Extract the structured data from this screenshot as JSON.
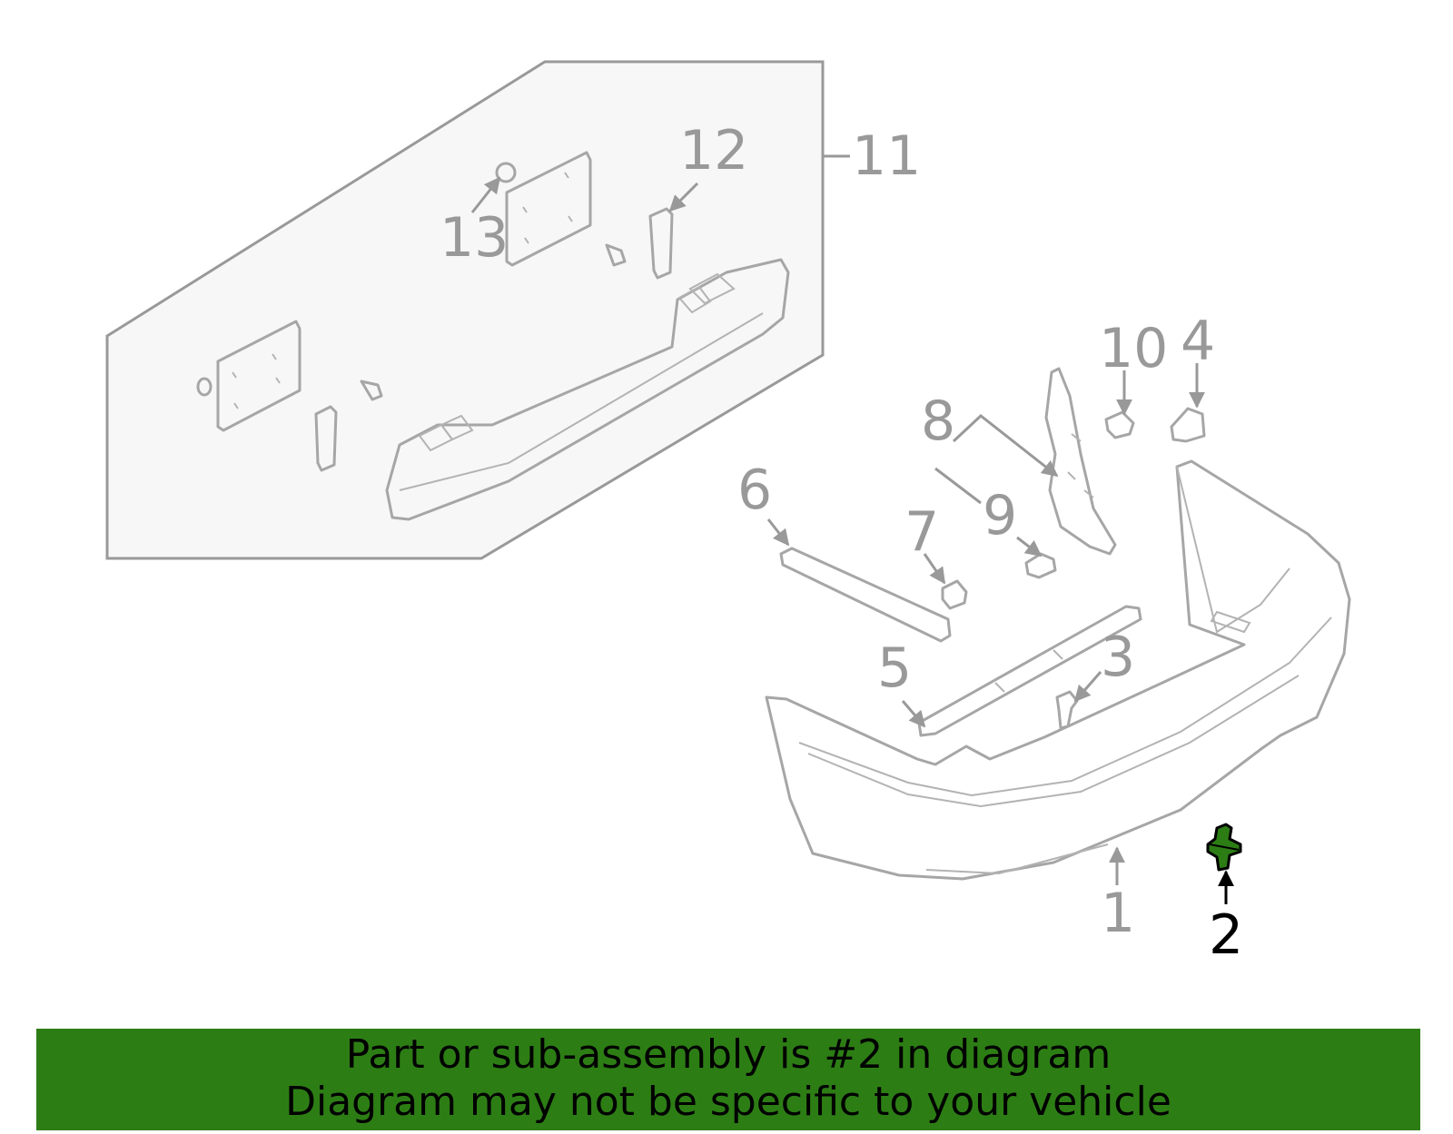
{
  "labels": {
    "1": "1",
    "2": "2",
    "3": "3",
    "4": "4",
    "5": "5",
    "6": "6",
    "7": "7",
    "8": "8",
    "9": "9",
    "10": "10",
    "11": "11",
    "12": "12",
    "13": "13"
  },
  "highlighted_part": "2",
  "colors": {
    "highlight": "#2d7d15",
    "label": "#999999",
    "line": "#a6a6a6",
    "inset_fill": "#f7f7f7"
  },
  "banner": {
    "line1": "Part or sub-assembly is #2 in diagram",
    "line2": "Diagram may not be specific to your vehicle"
  }
}
